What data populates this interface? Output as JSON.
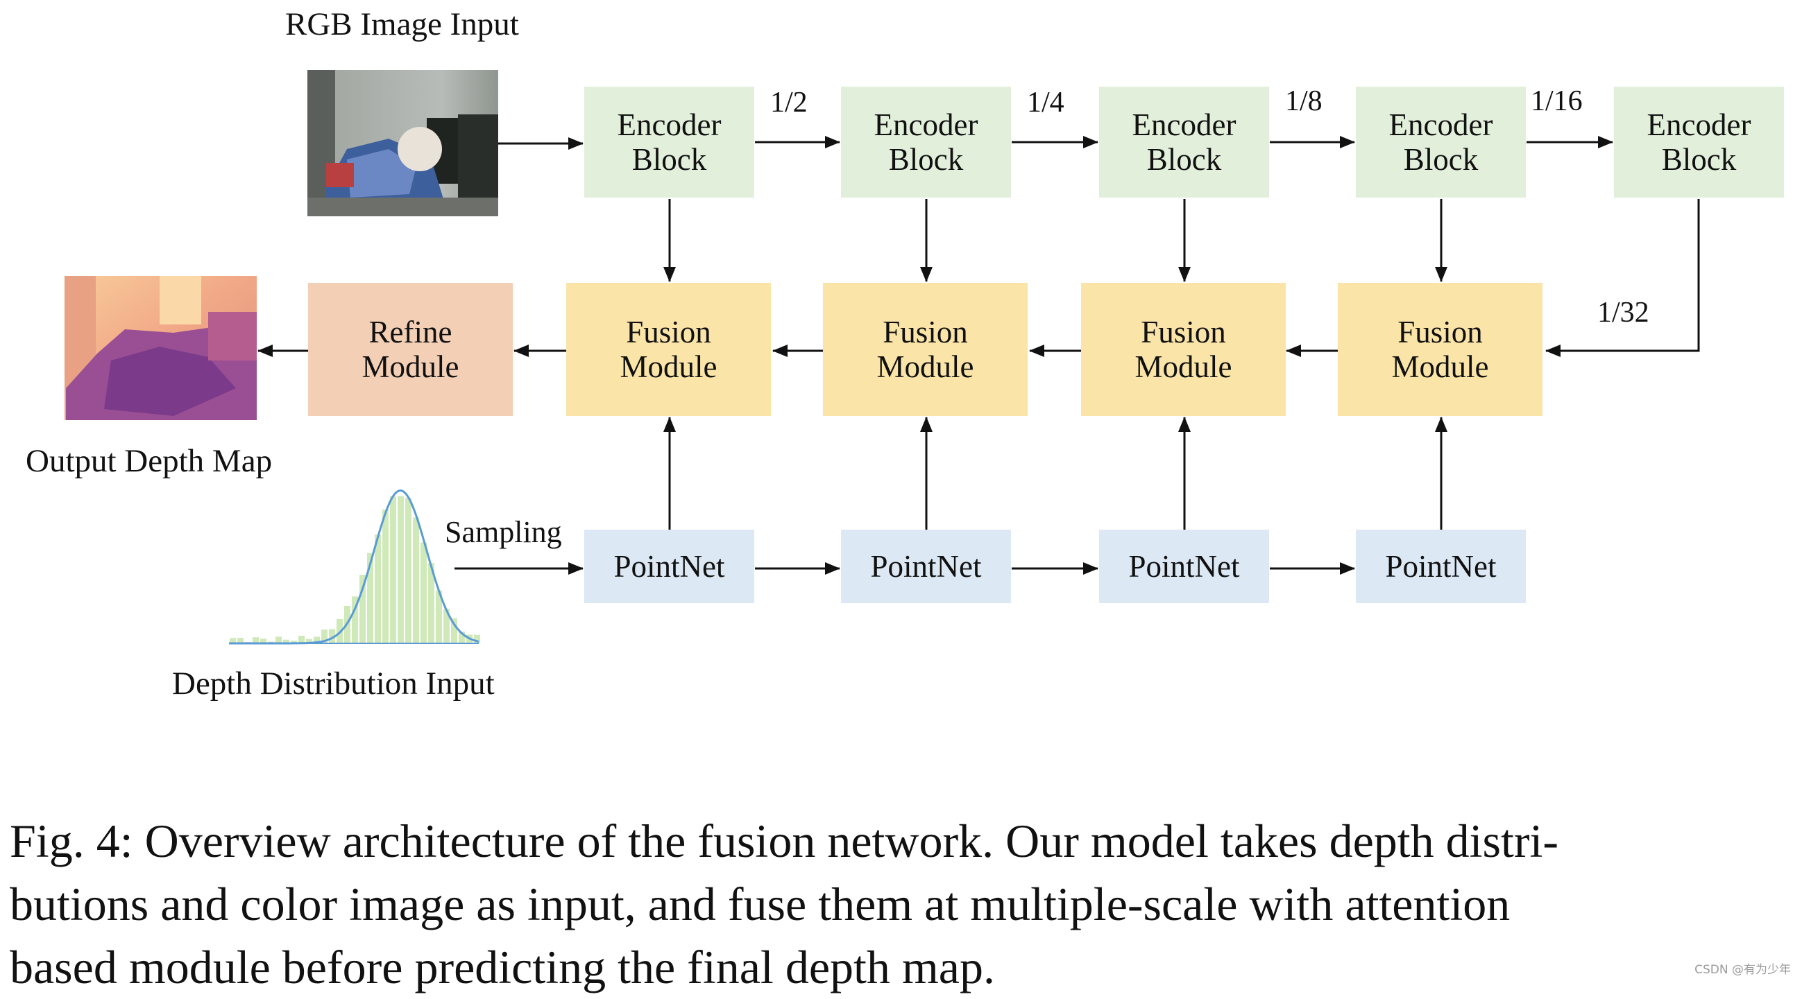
{
  "labels": {
    "rgb_input": "RGB Image Input",
    "output_depth": "Output Depth Map",
    "depth_dist_input": "Depth Distribution Input",
    "sampling": "Sampling"
  },
  "encoders": [
    {
      "line1": "Encoder",
      "line2": "Block"
    },
    {
      "line1": "Encoder",
      "line2": "Block"
    },
    {
      "line1": "Encoder",
      "line2": "Block"
    },
    {
      "line1": "Encoder",
      "line2": "Block"
    },
    {
      "line1": "Encoder",
      "line2": "Block"
    }
  ],
  "scales": [
    "1/2",
    "1/4",
    "1/8",
    "1/16",
    "1/32"
  ],
  "fusions": [
    {
      "line1": "Fusion",
      "line2": "Module"
    },
    {
      "line1": "Fusion",
      "line2": "Module"
    },
    {
      "line1": "Fusion",
      "line2": "Module"
    },
    {
      "line1": "Fusion",
      "line2": "Module"
    }
  ],
  "refine": {
    "line1": "Refine",
    "line2": "Module"
  },
  "pointnets": [
    "PointNet",
    "PointNet",
    "PointNet",
    "PointNet"
  ],
  "caption": {
    "line1": "Fig. 4: Overview architecture of the fusion network. Our model takes depth distri-",
    "line2": "butions and color image as input, and fuse them at multiple-scale with attention",
    "line3": "based module before predicting the final depth map."
  },
  "watermark": "CSDN @有为少年",
  "colors": {
    "encoder_fill": "#e2efdb",
    "fusion_fill": "#fae4a8",
    "refine_fill": "#f3cfb6",
    "pointnet_fill": "#dce8f4",
    "histogram_bars": "#cfe9b9",
    "gaussian_curve": "#5b9bd5"
  }
}
